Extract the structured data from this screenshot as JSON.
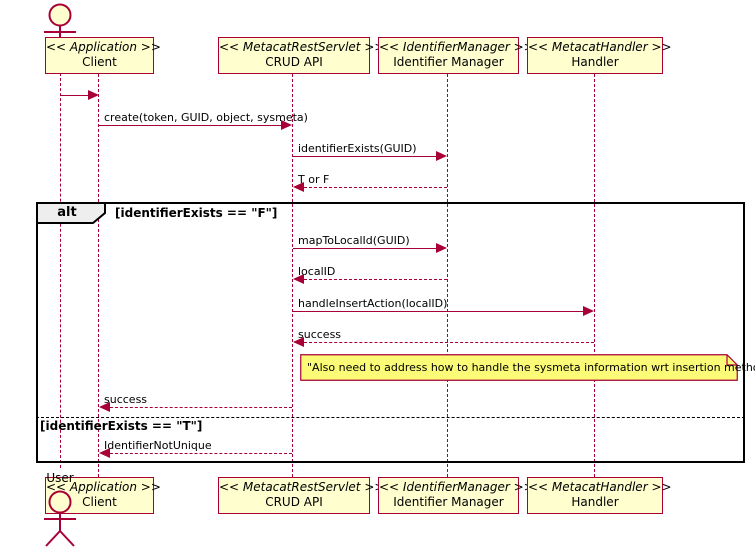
{
  "actor": {
    "label": "User"
  },
  "participants": [
    {
      "stereotype": "<< Application >>",
      "name": "Client"
    },
    {
      "stereotype": "<< MetacatRestServlet >>",
      "name": "CRUD API"
    },
    {
      "stereotype": "<< IdentifierManager >>",
      "name": "Identifier Manager"
    },
    {
      "stereotype": "<< MetacatHandler >>",
      "name": "Handler"
    }
  ],
  "messages": [
    {
      "label": "",
      "from": "User",
      "to": "Client",
      "style": "solid"
    },
    {
      "label": "create(token, GUID, object, sysmeta)",
      "from": "Client",
      "to": "CRUD API",
      "style": "solid"
    },
    {
      "label": "identifierExists(GUID)",
      "from": "CRUD API",
      "to": "Identifier Manager",
      "style": "solid"
    },
    {
      "label": "T or F",
      "from": "Identifier Manager",
      "to": "CRUD API",
      "style": "dashed"
    },
    {
      "label": "mapToLocalId(GUID)",
      "from": "CRUD API",
      "to": "Identifier Manager",
      "style": "solid"
    },
    {
      "label": "localID",
      "from": "Identifier Manager",
      "to": "CRUD API",
      "style": "dashed"
    },
    {
      "label": "handleInsertAction(localID)",
      "from": "CRUD API",
      "to": "Handler",
      "style": "solid"
    },
    {
      "label": "success",
      "from": "Handler",
      "to": "CRUD API",
      "style": "dashed"
    },
    {
      "label": "success",
      "from": "CRUD API",
      "to": "Client",
      "style": "dashed"
    },
    {
      "label": "IdentifierNotUnique",
      "from": "CRUD API",
      "to": "Client",
      "style": "dashed"
    }
  ],
  "alt_frame": {
    "operator": "alt",
    "guard_if": "[identifierExists == \"F\"]",
    "guard_else": "[identifierExists == \"T\"]"
  },
  "note": {
    "text": "\"Also need to address how to handle the sysmeta information wrt insertion methods\""
  },
  "colors": {
    "line": "#A80036",
    "participant_fill": "#FEFECE",
    "note_fill": "#FBFB77",
    "alt_header_fill": "#EEEEEE",
    "frame_border": "#000000"
  }
}
